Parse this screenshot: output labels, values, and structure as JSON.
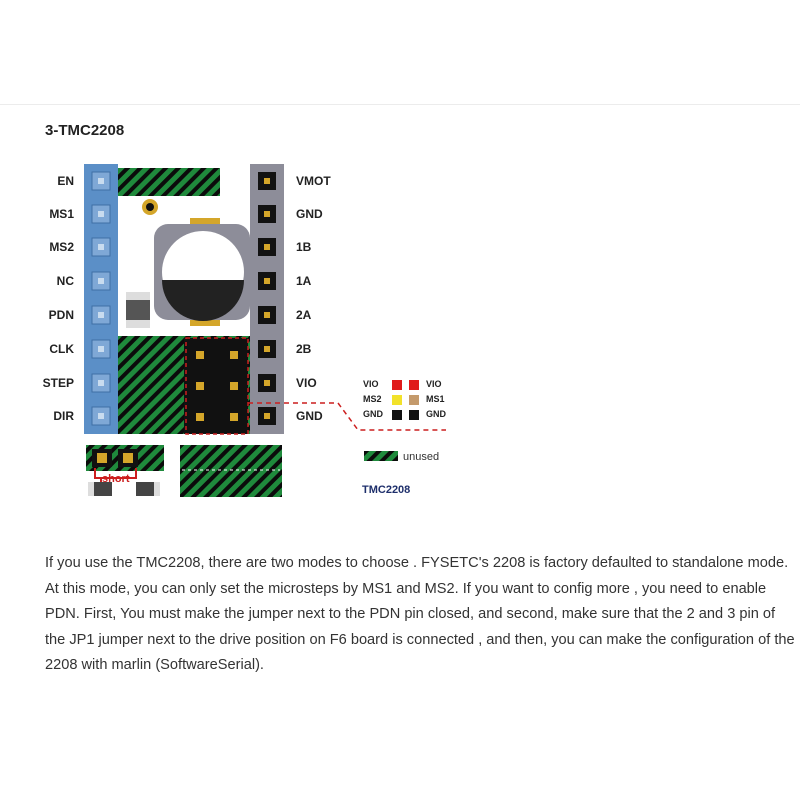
{
  "section_title": "3-TMC2208",
  "left_pins": [
    "EN",
    "MS1",
    "MS2",
    "NC",
    "PDN",
    "CLK",
    "STEP",
    "DIR"
  ],
  "right_pins": [
    "VMOT",
    "GND",
    "1B",
    "1A",
    "2A",
    "2B",
    "VIO",
    "GND"
  ],
  "jumper_legend": {
    "rows": [
      {
        "left": "VIO",
        "right": "VIO",
        "left_color": "#e01b1b",
        "right_color": "#e01b1b"
      },
      {
        "left": "MS2",
        "right": "MS1",
        "left_color": "#f2e22a",
        "right_color": "#c49a6c"
      },
      {
        "left": "GND",
        "right": "GND",
        "left_color": "#111111",
        "right_color": "#111111"
      }
    ]
  },
  "unused_label": "unused",
  "chip_label": "TMC2208",
  "short_label": "short",
  "description": "If you use the TMC2208, there are two modes to choose . FYSETC's 2208 is factory defaulted to standalone mode. At this mode, you can only set the microsteps by MS1 and MS2. If you want to config more , you need to enable PDN. First, You must make the jumper next to the PDN pin closed, and second, make sure that the 2 and 3 pin of the JP1 jumper next to the drive position on F6 board is connected , and then, you can make the configuration of the 2208 with marlin (SoftwareSerial).",
  "colors": {
    "left_header": "#5b8fc7",
    "right_header": "#8d8d99",
    "pcb_green": "#1f8a3c",
    "pad_black": "#121212",
    "jumper_red": "#cc1f1f",
    "chip_label": "#1e2f6b"
  }
}
